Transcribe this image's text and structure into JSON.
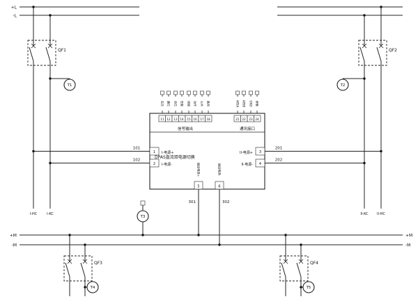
{
  "buses": {
    "top_left_pos": "+L",
    "top_left_neg": "-L",
    "bottom_left_pos": "+M",
    "bottom_left_neg": "-M",
    "bottom_right_pos": "+M",
    "bottom_right_neg": "-M"
  },
  "breakers": {
    "qf1": "QF1",
    "qf2": "QF2",
    "qf3": "QF3",
    "qf4": "QF4"
  },
  "monitors": {
    "t1": "T1",
    "t2": "T2",
    "t3": "T3",
    "t4": "T4",
    "t5": "T5"
  },
  "wires": {
    "w101": "101",
    "w102": "102",
    "w201": "201",
    "w202": "202",
    "w301": "301",
    "w302": "302"
  },
  "feeders": {
    "i_pos": "I-HC",
    "i_neg": "I-KC",
    "ii_neg": "II-KC",
    "ii_pos": "II-HC"
  },
  "device": {
    "title": "DPAS直流双电源切换",
    "signal_group_label": "信号输出",
    "comm_group_label": "通讯接口",
    "left_terminals": [
      {
        "no": "1",
        "label": "I-电源+"
      },
      {
        "no": "2",
        "label": "I-电源-"
      }
    ],
    "right_terminals": [
      {
        "no": "3",
        "label": "II-电源+"
      },
      {
        "no": "4",
        "label": "II-电源-"
      }
    ],
    "bottom_terminals": [
      {
        "no": "5",
        "label": "输出电源+"
      },
      {
        "no": "6",
        "label": "输出电源-"
      }
    ],
    "signal_terminals": [
      {
        "no": "11",
        "label": "失压"
      },
      {
        "no": "12",
        "label": "跳位"
      },
      {
        "no": "13",
        "label": "合位"
      },
      {
        "no": "14",
        "label": "告警"
      },
      {
        "no": "15",
        "label": "闭锁"
      },
      {
        "no": "16",
        "label": "动作"
      },
      {
        "no": "17",
        "label": "公共"
      },
      {
        "no": "18",
        "label": "备用"
      }
    ],
    "comm_terminals": [
      {
        "no": "21",
        "label": "485A"
      },
      {
        "no": "22",
        "label": "485B"
      },
      {
        "no": "23",
        "label": "GND"
      },
      {
        "no": "24",
        "label": "屏蔽"
      }
    ]
  }
}
